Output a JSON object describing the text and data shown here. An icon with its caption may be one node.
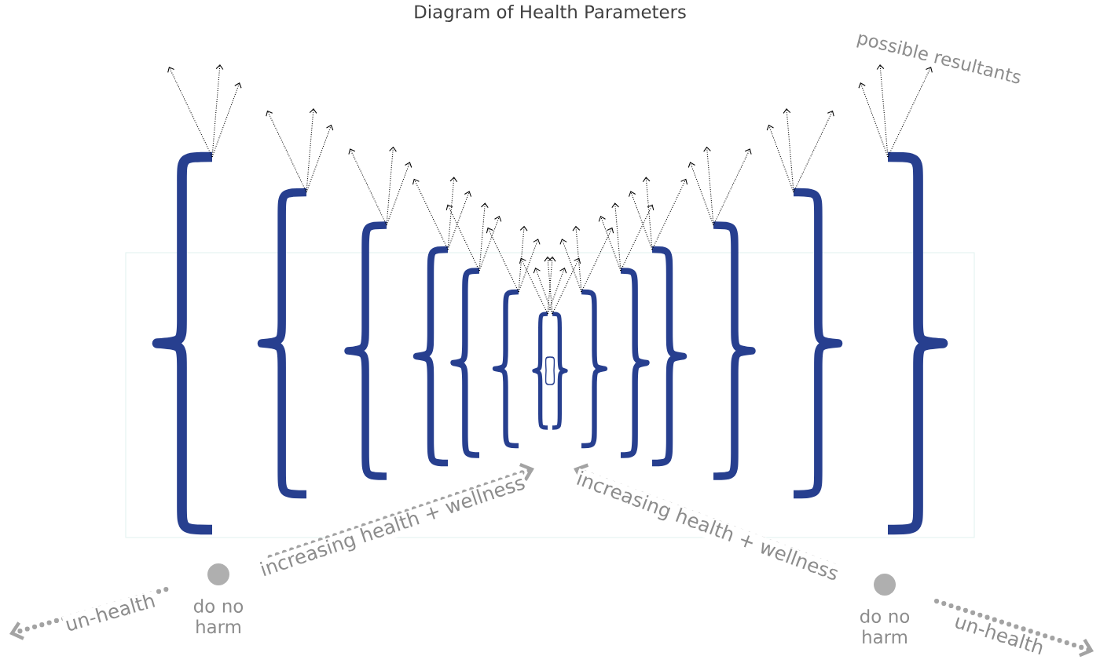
{
  "diagram": {
    "title": "Diagram of Health Parameters",
    "nodes": [
      {
        "text": [],
        "shape": "circle",
        "beside": [
          "do no harm"
        ]
      },
      {
        "text": [],
        "shape": "circle",
        "beside": [
          "do no harm"
        ]
      }
    ],
    "edges": [
      {
        "from": 0,
        "to": null,
        "arrow": "to",
        "label": "un-health"
      },
      {
        "from": 0,
        "to": null,
        "arrow": "to",
        "label": "increasing health + wellness"
      },
      {
        "from": 1,
        "to": null,
        "arrow": "to",
        "label": "increasing health + wellness"
      },
      {
        "from": 1,
        "to": null,
        "arrow": "to",
        "label": "un-health"
      }
    ],
    "labels": [
      "possible resultants"
    ]
  }
}
